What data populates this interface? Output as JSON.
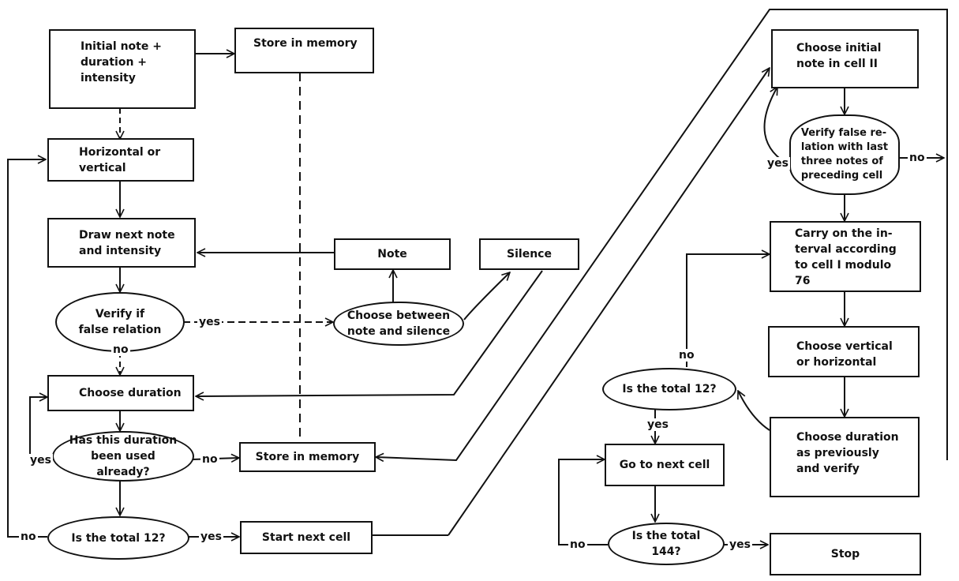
{
  "nodes": {
    "initial_note": "Initial note +\nduration +\nintensity",
    "store_memory_top": "Store in memory",
    "horizontal_vertical": "Horizontal or\nvertical",
    "draw_next_note": "Draw next note\nand intensity",
    "note": "Note",
    "silence": "Silence",
    "verify_false_relation": "Verify if\nfalse relation",
    "choose_note_silence": "Choose between\nnote and silence",
    "choose_duration": "Choose duration",
    "duration_used": "Has this duration\nbeen used already?",
    "store_memory_bottom": "Store in memory",
    "total_12_left": "Is the total 12?",
    "start_next_cell": "Start next cell",
    "choose_initial_cell2": "Choose initial\nnote in cell II",
    "verify_false_relation_last3": "Verify false re-\nlation with last\nthree notes of\npreceding cell",
    "carry_interval": "Carry on the in-\nterval according\nto cell I modulo\n76",
    "choose_vertical_horizontal": "Choose vertical\nor horizontal",
    "choose_duration_verify": "Choose duration\nas previously\nand verify",
    "total_12_right": "Is the total 12?",
    "go_next_cell": "Go to next cell",
    "total_144": "Is the total 144?",
    "stop": "Stop"
  },
  "labels": {
    "yes": "yes",
    "no": "no"
  }
}
